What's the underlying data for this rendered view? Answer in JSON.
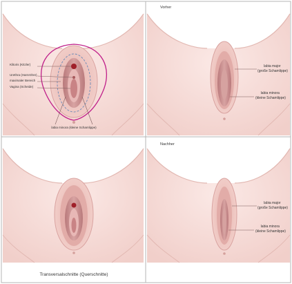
{
  "panels": {
    "top_left": {
      "labels": {
        "klitoris": "Klitoris (Kitzler)",
        "urethra": "Urethra (Harnröhre)",
        "maximal": "maximaler Bereich",
        "vagina": "Vagina (Scheide)",
        "labia_minora": "labia minora (kleine Schamlippe)"
      }
    },
    "top_right": {
      "title": "Vorher",
      "labia_major": [
        "labia major",
        "(große Schamlippe)"
      ],
      "labia_minora": [
        "labia minora",
        "(kleine Schamlippe)"
      ]
    },
    "bottom_left": {
      "caption": "Transversalschnitte (Querschnitte)"
    },
    "bottom_right": {
      "title": "Nachher",
      "labia_major": [
        "labia major",
        "(große Schamlippe)"
      ],
      "labia_minora": [
        "labia minora",
        "(kleine Schamlippe)"
      ]
    }
  },
  "colors": {
    "skin": "#f6dcd8",
    "skin_dark": "#eabcb6",
    "tissue": "#d9a3a0",
    "inner": "#c98385",
    "highlight": "#c0208a",
    "clitoris": "#a0202a",
    "line": "#7a5a5a",
    "border": "#b5b5b5"
  }
}
